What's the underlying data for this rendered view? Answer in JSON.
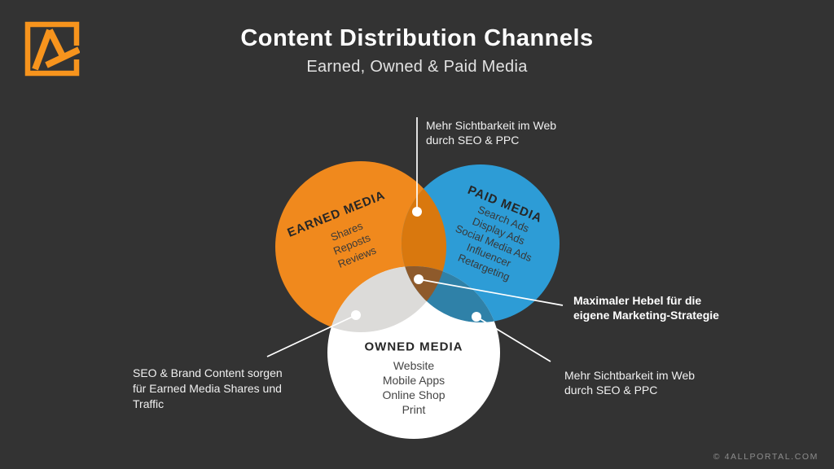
{
  "page": {
    "background": "#333333",
    "footer_credit": "© 4ALLPORTAL.COM"
  },
  "header": {
    "title": "Content Distribution Channels",
    "subtitle": "Earned, Owned & Paid Media",
    "logo": {
      "name": "4allportal-logo",
      "color": "#F7941D"
    }
  },
  "venn": {
    "earned": {
      "label": "EARNED MEDIA",
      "color": "#F0891D",
      "items": [
        "Shares",
        "Reposts",
        "Reviews"
      ]
    },
    "paid": {
      "label": "PAID MEDIA",
      "color": "#2D9CD6",
      "items": [
        "Search Ads",
        "Display Ads",
        "Social Media Ads",
        "Influencer",
        "Retargeting"
      ]
    },
    "owned": {
      "label": "OWNED MEDIA",
      "color": "#FFFFFF",
      "items": [
        "Website",
        "Mobile Apps",
        "Online Shop",
        "Print"
      ]
    },
    "overlaps": {
      "earned_paid": "#D9780E",
      "earned_owned": "#DCDBD9",
      "paid_owned": "#2F81A8",
      "center": "#8E5A2B"
    },
    "connector_color": "#FFFFFF"
  },
  "annotations": {
    "top": {
      "lines": [
        "Mehr Sichtbarkeit im Web",
        "durch SEO & PPC"
      ]
    },
    "right": {
      "lines": [
        "Maximaler Hebel für die",
        "eigene Marketing-Strategie"
      ]
    },
    "bottom_right": {
      "lines": [
        "Mehr Sichtbarkeit im Web",
        "durch SEO & PPC"
      ]
    },
    "bottom_left": {
      "lines": [
        "SEO & Brand Content sorgen",
        "für Earned Media Shares und",
        "Traffic"
      ]
    }
  }
}
